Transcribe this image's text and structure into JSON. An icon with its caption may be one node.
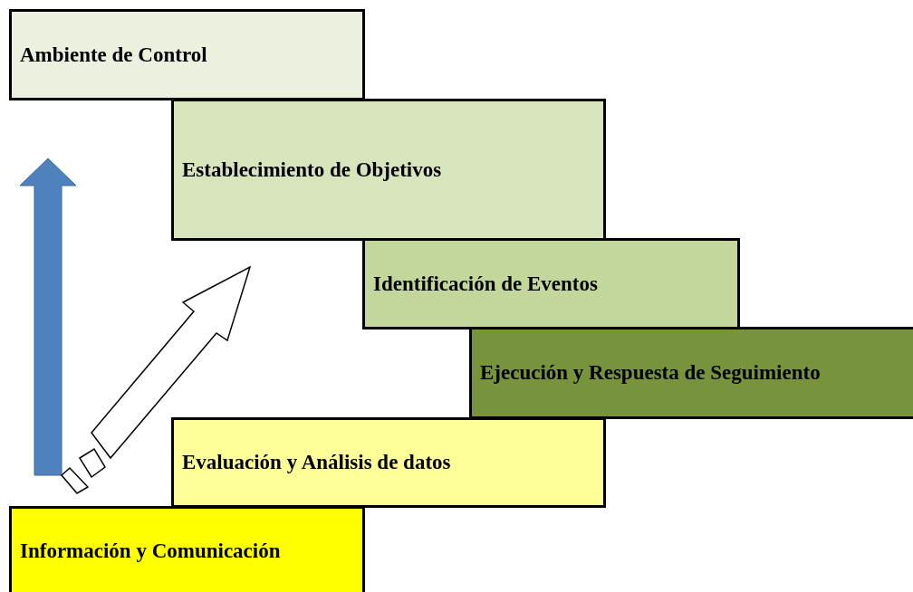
{
  "diagram": {
    "nodes": [
      {
        "text": [
          "Ambiente de Control"
        ]
      },
      {
        "text": [
          "Establecimiento de Objetivos"
        ]
      },
      {
        "text": [
          "Identificación de Eventos"
        ]
      },
      {
        "text": [
          "Ejecución y Respuesta de Seguimiento"
        ]
      },
      {
        "text": [
          "Evaluación y Análisis de datos"
        ]
      },
      {
        "text": [
          "Información y Comunicación"
        ]
      }
    ],
    "edges": [
      {
        "from": null,
        "to": 1,
        "arrow": "to"
      }
    ]
  }
}
